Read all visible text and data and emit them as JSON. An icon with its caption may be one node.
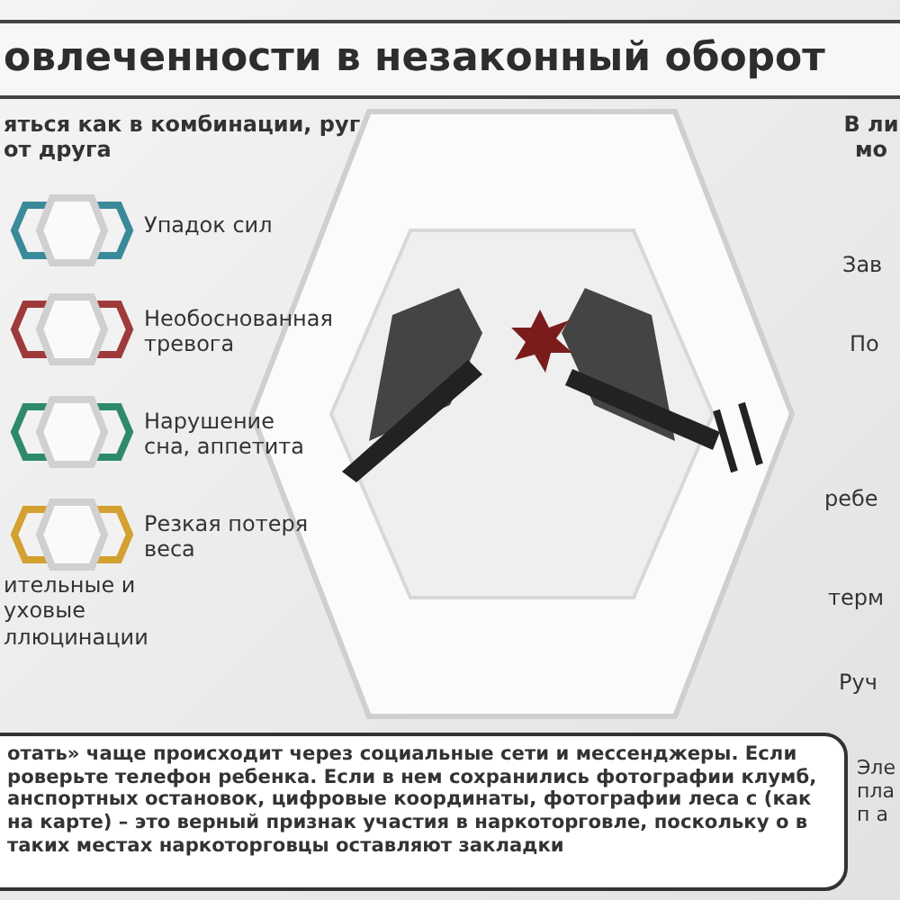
{
  "diagram": {
    "title": "овлеченности в незаконный оборот",
    "labels": [
      "яться как в комбинации, руг от друга",
      "В ли мо",
      "Упадок сил",
      "Зав",
      "Необоснованная тревога",
      "По",
      "Нарушение сна, аппетита",
      "Резкая потеря веса",
      "ребе",
      "ительные и уховые ллюцинации",
      "терм",
      "Руч",
      "отать» чаще происходит через социальные сети и мессенджеры. Если роверьте телефон ребенка. Если в нем сохранились фотографии клумб, анспортных остановок, цифровые координаты, фотографии леса с (как на карте) – это верный признак участия в наркоторговле, поскольку о в таких местах наркоторговцы оставляют закладки",
      "Эле пла п а"
    ]
  }
}
